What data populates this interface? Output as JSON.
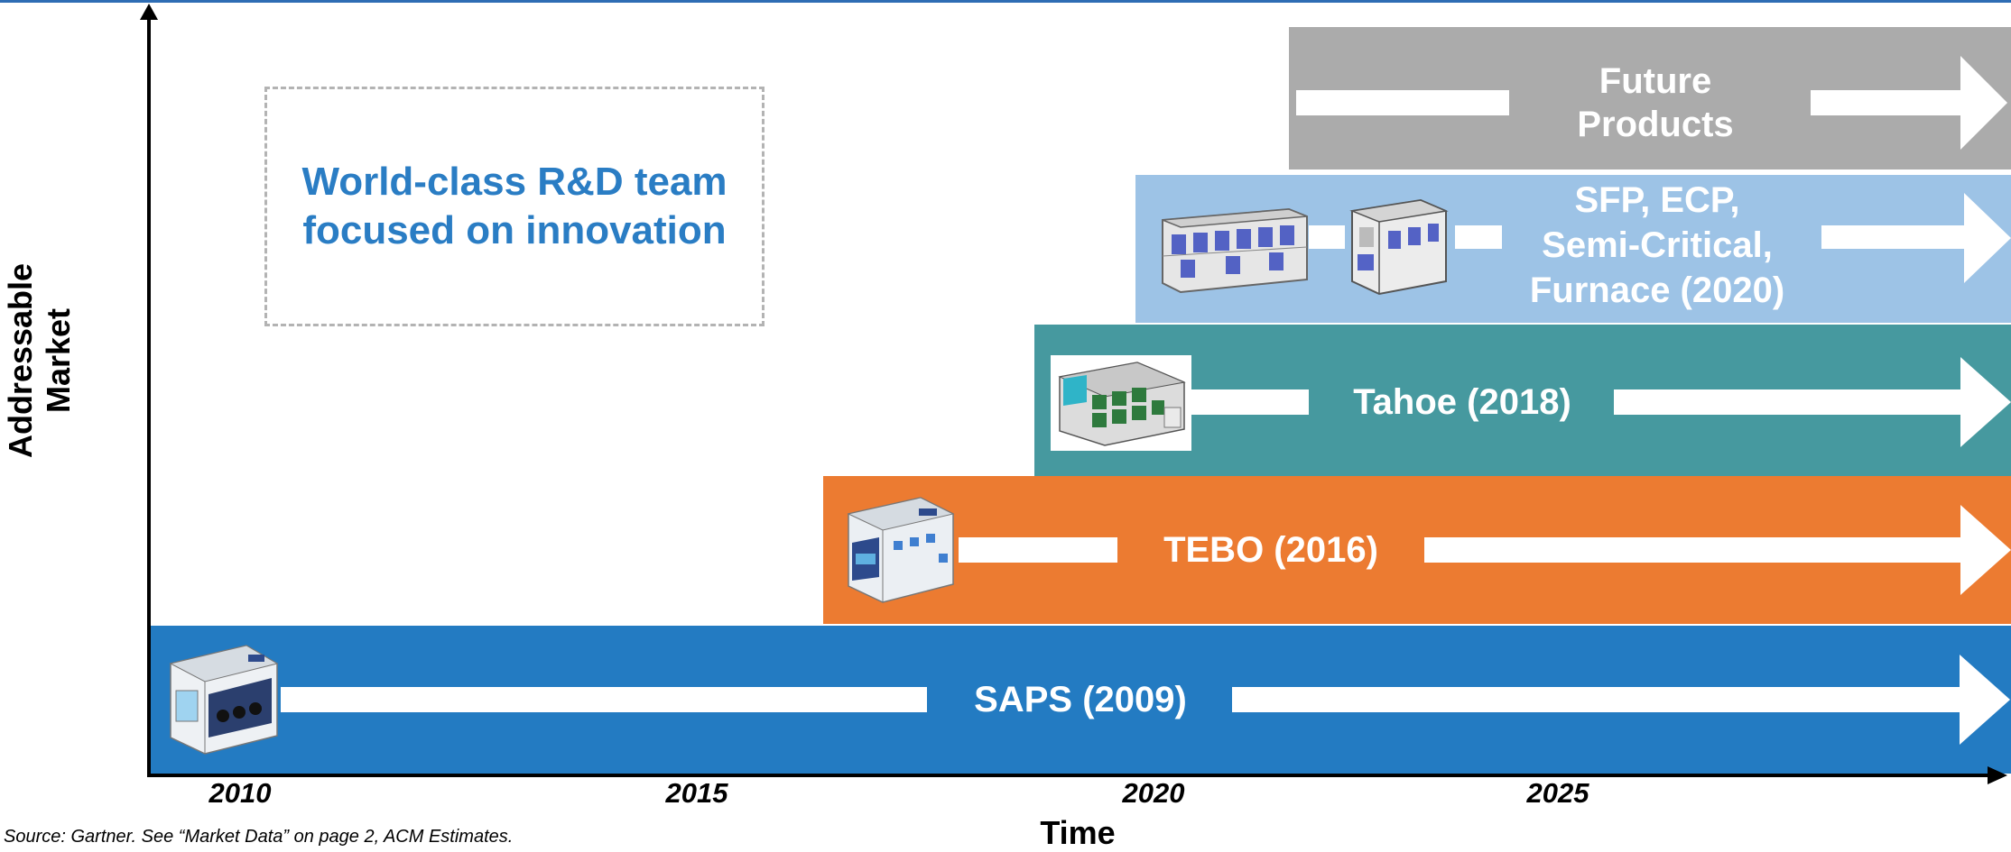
{
  "y_axis_label": [
    "Addressable",
    "Market"
  ],
  "x_axis_label": "Time",
  "x_ticks": [
    "2010",
    "2015",
    "2020",
    "2025"
  ],
  "source_note": "Source: Gartner. See “Market Data” on page 2, ACM Estimates.",
  "callout": [
    "World-class R&D team",
    "focused on innovation"
  ],
  "bands": {
    "saps": {
      "label": "SAPS (2009)",
      "color": "#237bc2"
    },
    "tebo": {
      "label": "TEBO (2016)",
      "color": "#ec7b31"
    },
    "tahoe": {
      "label": "Tahoe (2018)",
      "color": "#46999f"
    },
    "sfp": {
      "label": [
        "SFP, ECP,",
        "Semi-Critical,",
        "Furnace (2020)"
      ],
      "color": "#9dc3e6"
    },
    "future": {
      "label": [
        "Future",
        "Products"
      ],
      "color": "#ababab"
    }
  },
  "images": {
    "saps": "saps-tool-image",
    "tebo": "tebo-tool-image",
    "tahoe": "tahoe-tool-image",
    "sfp": [
      "sfp-tool-image",
      "ecp-tool-image"
    ]
  }
}
